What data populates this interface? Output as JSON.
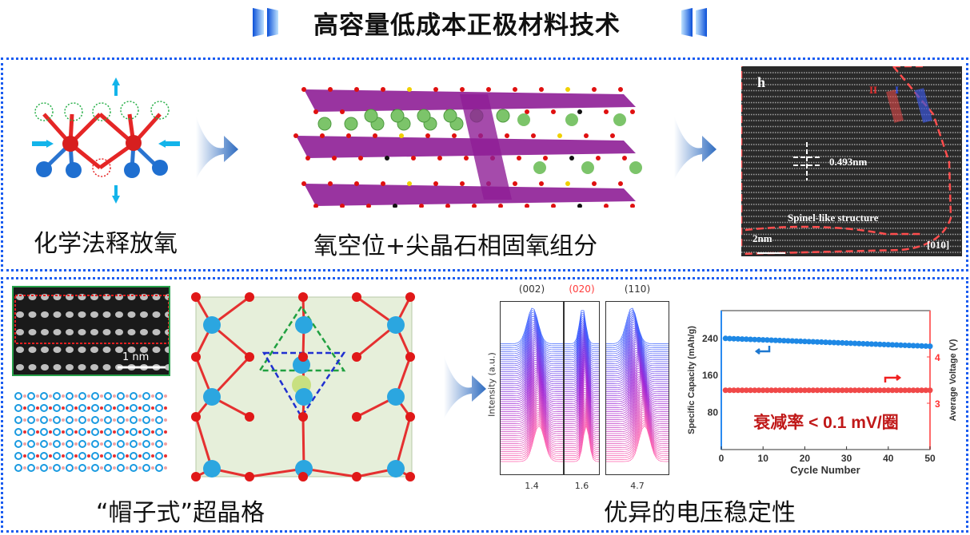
{
  "header": {
    "title": "高容量低成本正极材料技术",
    "accent_color": "#1a73e8"
  },
  "top_panel": {
    "captions": [
      "化学法释放氧",
      "氧空位+尖晶石相固氧组分"
    ],
    "tem": {
      "panel_label": "h",
      "spacing_label": "0.493nm",
      "region_label": "Spinel-like structure",
      "scale_label": "2nm",
      "zone_axis": "[010]",
      "marks": [
        "II",
        "I"
      ]
    }
  },
  "bottom_panel": {
    "captions": [
      "“帽子式”超晶格",
      "优异的电压稳定性"
    ],
    "stem_scale": "1 nm",
    "xrd": {
      "ylabel": "Intensity (a.u.)",
      "panels": [
        {
          "label": "(002)",
          "tick": "1.4",
          "color": "#333"
        },
        {
          "label": "(020)",
          "tick": "1.6",
          "color": "#ff3b3b"
        },
        {
          "label": "(110)",
          "tick": "4.7",
          "color": "#333"
        }
      ]
    }
  },
  "chart_data": {
    "type": "scatter",
    "xlabel": "Cycle Number",
    "ylabel": "Specific Capacity (mAh/g)",
    "y2label": "Average Voltage (V)",
    "xlim": [
      0,
      50
    ],
    "ylim": [
      0,
      300
    ],
    "y2lim": [
      2,
      5
    ],
    "xticks": [
      "0",
      "10",
      "20",
      "30",
      "40",
      "50"
    ],
    "yticks": [
      "80",
      "160",
      "240"
    ],
    "y2ticks": [
      "3",
      "4"
    ],
    "series": [
      {
        "name": "Specific Capacity",
        "axis": "left",
        "color": "#1e88e5",
        "start": 240,
        "end": 223
      },
      {
        "name": "Average Voltage",
        "axis": "right",
        "color": "#f04848",
        "start": 3.28,
        "end": 3.28
      }
    ],
    "annotation": "衰减率 < 0.1 mV/圈"
  }
}
